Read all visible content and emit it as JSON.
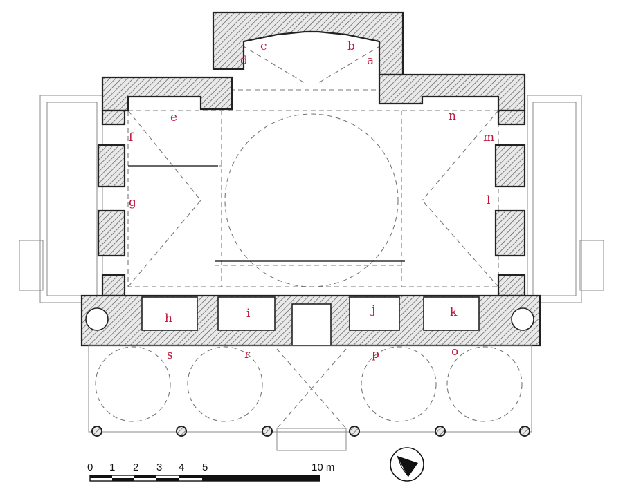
{
  "figure": {
    "room_labels": {
      "a": "a",
      "b": "b",
      "c": "c",
      "d": "d",
      "e": "e",
      "f": "f",
      "g": "g",
      "h": "h",
      "i": "i",
      "j": "j",
      "k": "k",
      "l": "l",
      "m": "m",
      "n": "n",
      "o": "o",
      "p": "p",
      "r": "r",
      "s": "s"
    },
    "scale_bar": {
      "ticks": [
        "0",
        "1",
        "2",
        "3",
        "4",
        "5",
        "10 m"
      ]
    },
    "colors": {
      "labels": "#c0163a",
      "walls": "#222222",
      "hatch": "#555555"
    },
    "icons": [
      "north-arrow-icon"
    ]
  }
}
